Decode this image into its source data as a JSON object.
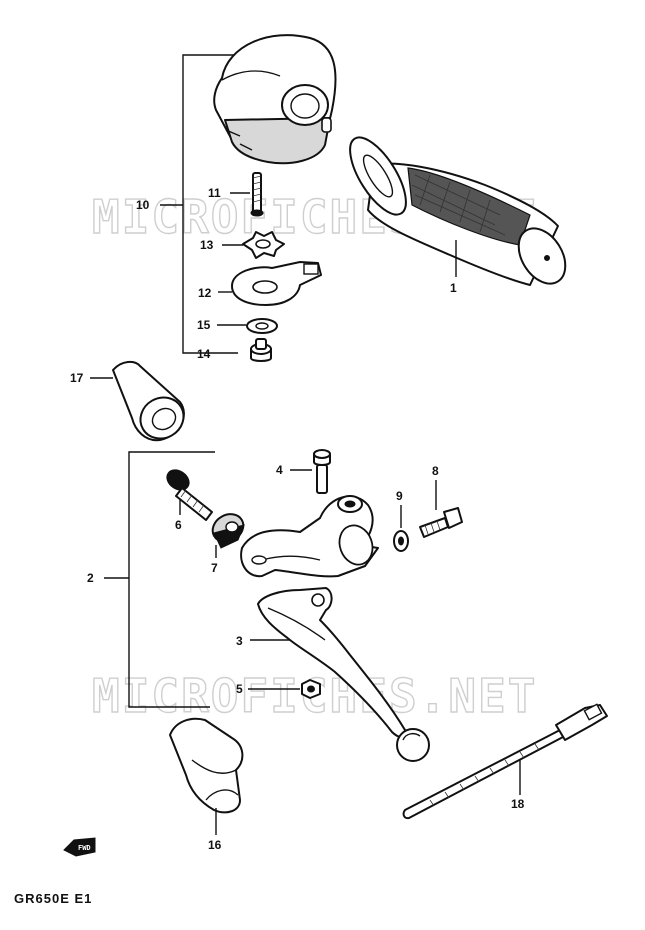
{
  "watermark": "MICROFICHES.NET",
  "footer": "GR650E E1",
  "fwd_mark": "FWD",
  "callouts": [
    {
      "id": "c1",
      "label": "1"
    },
    {
      "id": "c2",
      "label": "2"
    },
    {
      "id": "c3",
      "label": "3"
    },
    {
      "id": "c4",
      "label": "4"
    },
    {
      "id": "c5",
      "label": "5"
    },
    {
      "id": "c6",
      "label": "6"
    },
    {
      "id": "c7",
      "label": "7"
    },
    {
      "id": "c8",
      "label": "8"
    },
    {
      "id": "c9",
      "label": "9"
    },
    {
      "id": "c10",
      "label": "10"
    },
    {
      "id": "c11",
      "label": "11"
    },
    {
      "id": "c12",
      "label": "12"
    },
    {
      "id": "c13",
      "label": "13"
    },
    {
      "id": "c14",
      "label": "14"
    },
    {
      "id": "c15",
      "label": "15"
    },
    {
      "id": "c16",
      "label": "16"
    },
    {
      "id": "c17",
      "label": "17"
    },
    {
      "id": "c18",
      "label": "18"
    }
  ]
}
